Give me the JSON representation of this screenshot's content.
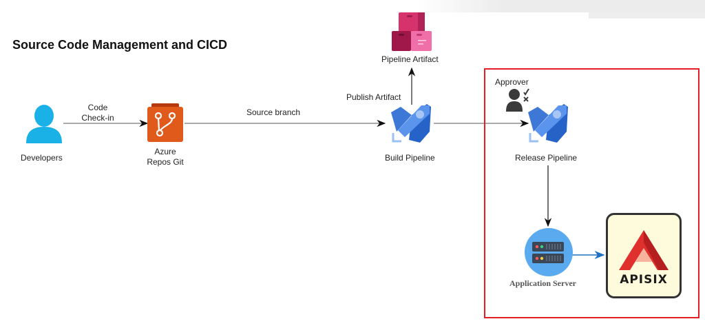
{
  "title": "Source Code Management and CICD",
  "nodes": {
    "developers": {
      "label": "Developers",
      "icon": "user-icon"
    },
    "repos": {
      "label_line1": "Azure",
      "label_line2": "Repos Git",
      "icon": "azure-repos-icon"
    },
    "build": {
      "label": "Build Pipeline",
      "icon": "azure-pipelines-rocket-icon"
    },
    "artifact": {
      "label": "Pipeline Artifact",
      "icon": "artifact-boxes-icon"
    },
    "release": {
      "label": "Release Pipeline",
      "icon": "azure-pipelines-rocket-icon"
    },
    "approver": {
      "label": "Approver",
      "icon": "approver-user-check-icon"
    },
    "app_server": {
      "label": "Application Server",
      "icon": "server-icon"
    },
    "apisix": {
      "label": "APISIX",
      "icon": "apisix-logo-icon"
    }
  },
  "edges": {
    "checkin_line1": "Code",
    "checkin_line2": "Check-in",
    "source_branch": "Source branch",
    "publish_artifact": "Publish Artifact"
  },
  "colors": {
    "highlight_box": "#e51c23",
    "repos": "#e05a1c",
    "pipeline": "#3d7ee0",
    "artifact": "#d6336c",
    "user": "#1ab2e6",
    "server_bg": "#5aaaf0",
    "apisix_red": "#e0302d"
  }
}
